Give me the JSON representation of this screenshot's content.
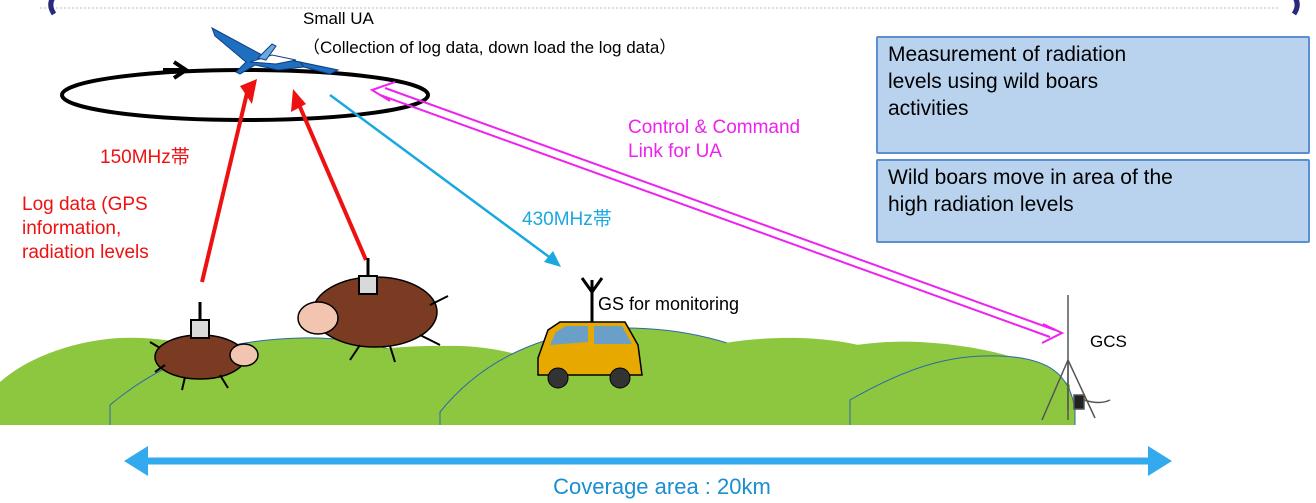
{
  "uav": {
    "title": "Small UA",
    "subtitle": "（Collection of log data, down load the log data）"
  },
  "links": {
    "vhf_band": "150MHz帯",
    "uhf_band": "430MHz帯",
    "control_link": "Control & Command\nLink for UA"
  },
  "log_data_label": "Log data (GPS\ninformation,\nradiation levels",
  "gs_label": "GS for monitoring",
  "gcs_label": "GCS",
  "info_boxes": [
    {
      "text": "Measurement of radiation\nlevels using wild boars\nactivities"
    },
    {
      "text": "Wild boars move in area of the\nhigh radiation levels"
    }
  ],
  "coverage_label": "Coverage area : 20km",
  "colors": {
    "red_link": "#ee1111",
    "blue_link": "#1ba8e0",
    "magenta_link": "#ee22ee",
    "hill_green": "#8dc63f",
    "infobox_fill": "#b9d3ef",
    "coverage_arrow": "#33aaee"
  }
}
